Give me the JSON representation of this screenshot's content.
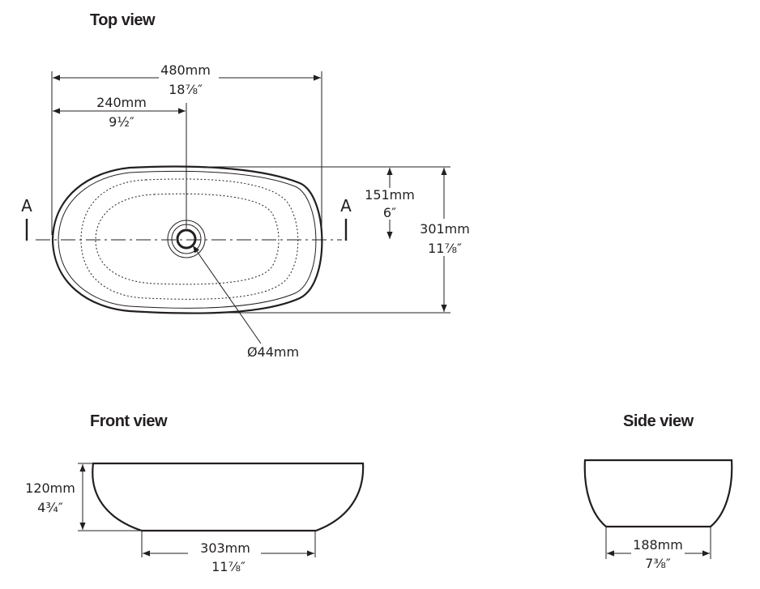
{
  "views": {
    "top": {
      "title": "Top view"
    },
    "front": {
      "title": "Front view"
    },
    "side": {
      "title": "Side view"
    }
  },
  "dimensions": {
    "top_width": {
      "metric": "480mm",
      "imperial": "18⅞″"
    },
    "top_half_width": {
      "metric": "240mm",
      "imperial": "9½″"
    },
    "top_half_depth": {
      "metric": "151mm",
      "imperial": "6″"
    },
    "top_depth": {
      "metric": "301mm",
      "imperial": "11⅞″"
    },
    "waste_diameter": {
      "metric": "Ø44mm"
    },
    "front_height": {
      "metric": "120mm",
      "imperial": "4¾″"
    },
    "front_base": {
      "metric": "303mm",
      "imperial": "11⅞″"
    },
    "side_base": {
      "metric": "188mm",
      "imperial": "7⅜″"
    }
  },
  "section_marker": {
    "left": "A",
    "right": "A"
  }
}
